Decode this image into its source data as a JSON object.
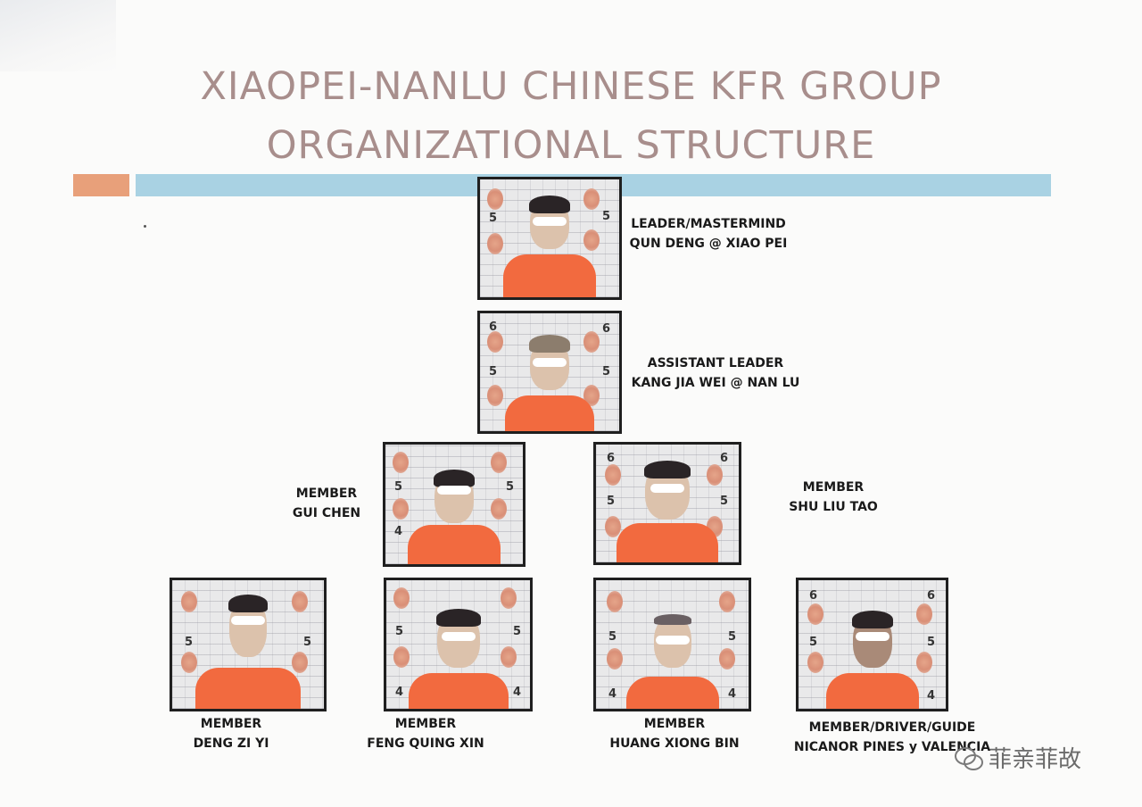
{
  "title": {
    "line1": "XIAOPEI-NANLU CHINESE KFR GROUP",
    "line2": "ORGANIZATIONAL STRUCTURE"
  },
  "members": [
    {
      "role": "LEADER/MASTERMIND",
      "name": "QUN DENG @ XIAO PEI"
    },
    {
      "role": "ASSISTANT LEADER",
      "name": "KANG JIA WEI @ NAN LU"
    },
    {
      "role": "MEMBER",
      "name": "GUI CHEN"
    },
    {
      "role": "MEMBER",
      "name": "SHU LIU TAO"
    },
    {
      "role": "MEMBER",
      "name": "DENG ZI YI"
    },
    {
      "role": "MEMBER",
      "name": "FENG QUING XIN"
    },
    {
      "role": "MEMBER",
      "name": "HUANG XIONG BIN"
    },
    {
      "role": "MEMBER/DRIVER/GUIDE",
      "name": "NICANOR PINES y VALENCIA"
    }
  ],
  "watermark": "菲亲菲故",
  "colors": {
    "title": "#a88e8c",
    "accent_orange": "#e8a07a",
    "accent_blue": "#a9d2e3",
    "shirt": "#f26a3f"
  }
}
